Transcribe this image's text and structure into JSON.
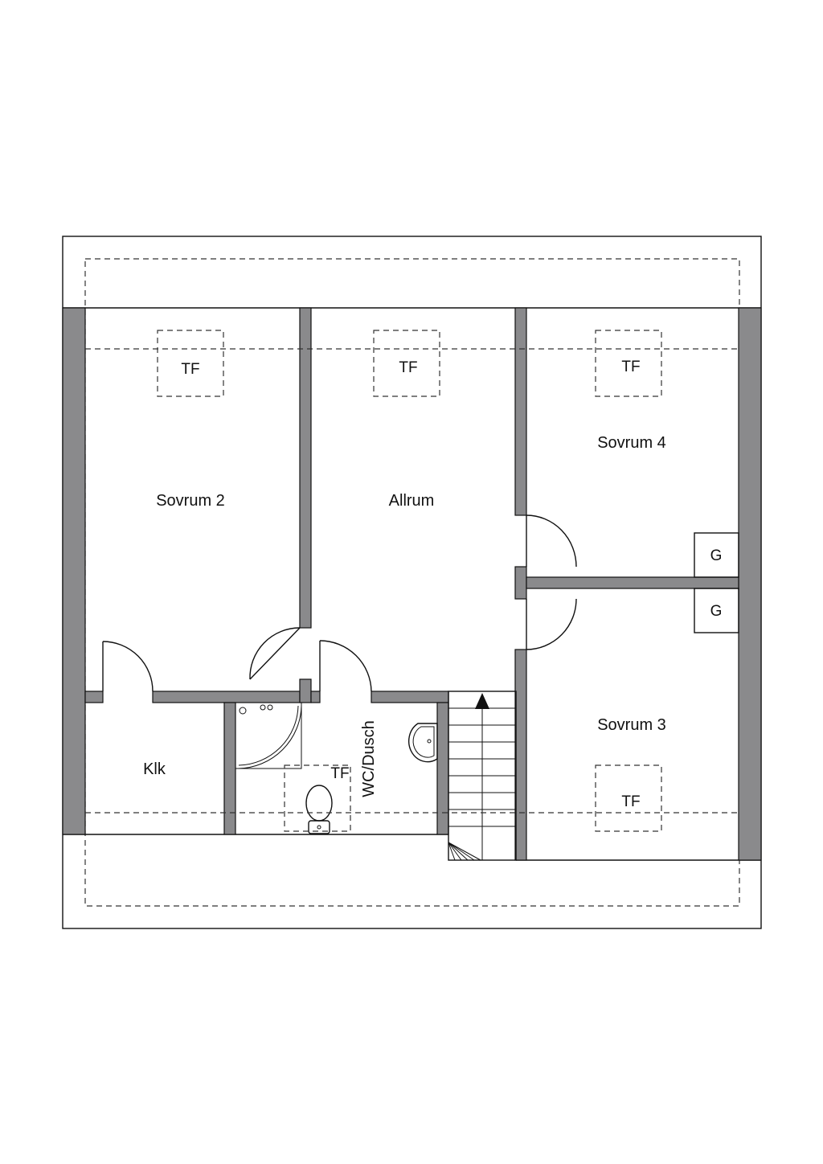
{
  "rooms": {
    "sovrum2": "Sovrum 2",
    "allrum": "Allrum",
    "sovrum4": "Sovrum 4",
    "sovrum3": "Sovrum 3",
    "klk": "Klk",
    "wc": "WC/Dusch"
  },
  "markers": {
    "tf": "TF",
    "g": "G"
  },
  "colors": {
    "wall_fill": "#8a8a8c",
    "line": "#111111",
    "background": "#ffffff"
  }
}
